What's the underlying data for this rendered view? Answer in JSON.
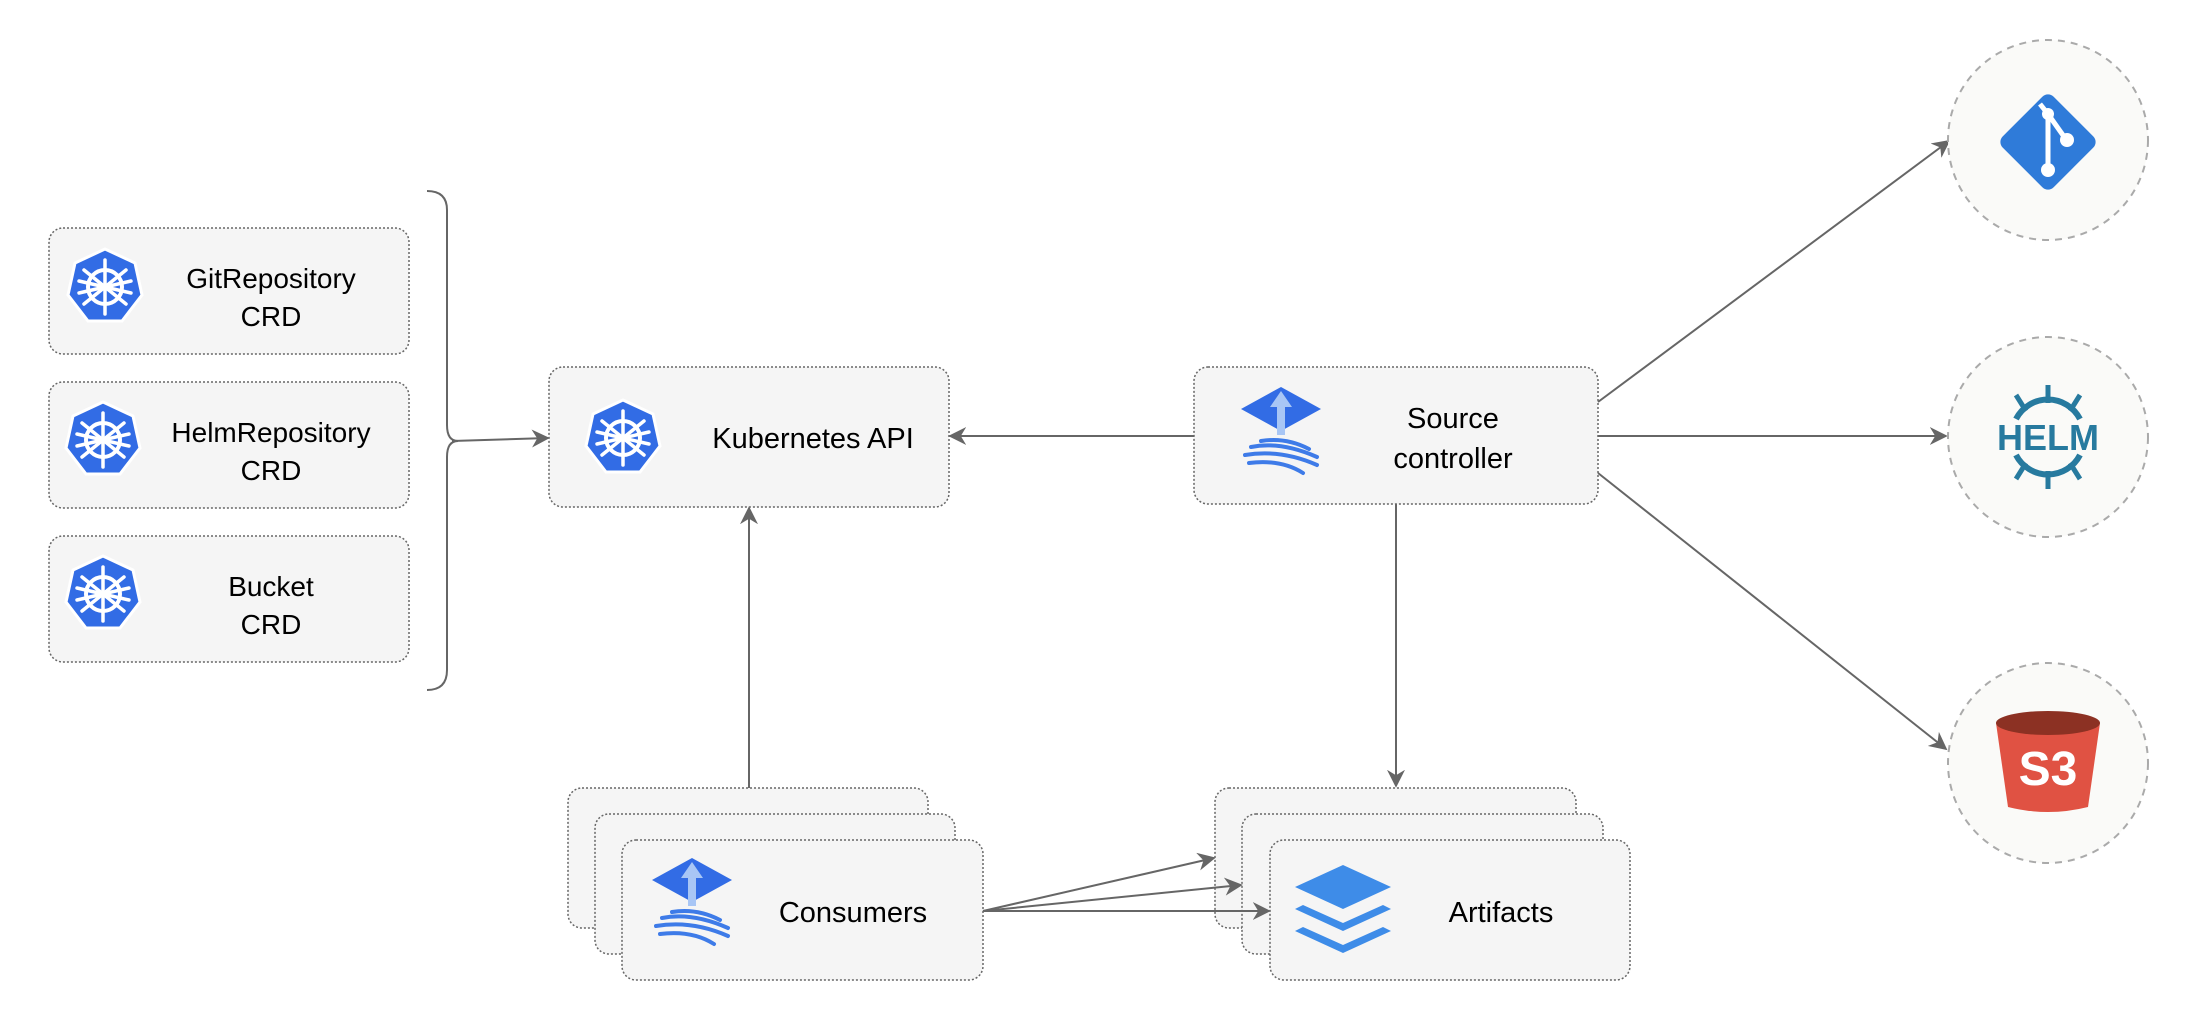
{
  "crds": [
    {
      "line1": "GitRepository",
      "line2": "CRD"
    },
    {
      "line1": "HelmRepository",
      "line2": "CRD"
    },
    {
      "line1": "Bucket",
      "line2": "CRD"
    }
  ],
  "kubernetes_api": {
    "label": "Kubernetes API",
    "icon": "kubernetes-icon"
  },
  "source_controller": {
    "line1": "Source",
    "line2": "controller",
    "icon": "flux-icon"
  },
  "consumers": {
    "label": "Consumers",
    "icon": "flux-icon"
  },
  "artifacts": {
    "label": "Artifacts",
    "icon": "layers-icon"
  },
  "sources": [
    {
      "icon": "git-icon"
    },
    {
      "icon": "helm-icon",
      "label": "HELM"
    },
    {
      "icon": "s3-icon",
      "label": "S3"
    }
  ],
  "colors": {
    "kubernetes": "#326ce5",
    "git": "#2f7bd9",
    "helm": "#277a9f",
    "s3": "#e05243",
    "s3_dark": "#8c3123",
    "layers": "#3e8ce8"
  }
}
